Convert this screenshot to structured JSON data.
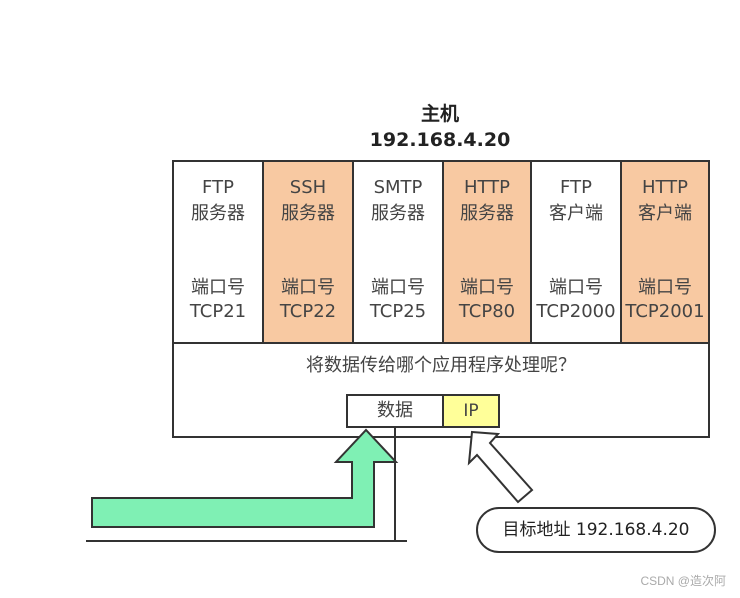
{
  "host": {
    "name": "主机",
    "ip": "192.168.4.20"
  },
  "apps": [
    {
      "line1": "FTP",
      "line2": "服务器",
      "port_label": "端口号",
      "port": "TCP21",
      "highlight": false
    },
    {
      "line1": "SSH",
      "line2": "服务器",
      "port_label": "端口号",
      "port": "TCP22",
      "highlight": true
    },
    {
      "line1": "SMTP",
      "line2": "服务器",
      "port_label": "端口号",
      "port": "TCP25",
      "highlight": false
    },
    {
      "line1": "HTTP",
      "line2": "服务器",
      "port_label": "端口号",
      "port": "TCP80",
      "highlight": true
    },
    {
      "line1": "FTP",
      "line2": "客户端",
      "port_label": "端口号",
      "port": "TCP2000",
      "highlight": false
    },
    {
      "line1": "HTTP",
      "line2": "客户端",
      "port_label": "端口号",
      "port": "TCP2001",
      "highlight": true
    }
  ],
  "question": "将数据传给哪个应用程序处理呢？",
  "packet": {
    "data_label": "数据",
    "ip_label": "IP"
  },
  "destination": "目标地址 192.168.4.20",
  "watermark": "CSDN @造次阿",
  "colors": {
    "highlight": "#f8c9a2",
    "ip_field": "#ffff99",
    "arrow_green": "#7ff0b4",
    "border": "#333333"
  }
}
